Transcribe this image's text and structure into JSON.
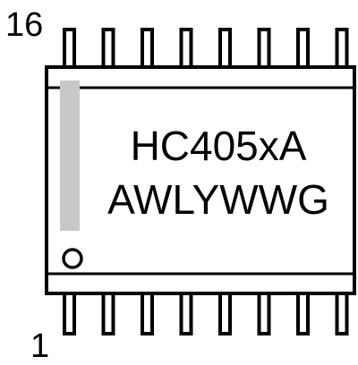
{
  "package": {
    "pin_count": 16,
    "pins_per_side": 8,
    "top_pin_label": "16",
    "bottom_pin_label": "1",
    "marking_lines": [
      "HC405xA",
      "AWLYWWG"
    ]
  },
  "colors": {
    "body_fill": "#ffffff",
    "outline": "#000000",
    "stripe": "#c8c8c8"
  }
}
